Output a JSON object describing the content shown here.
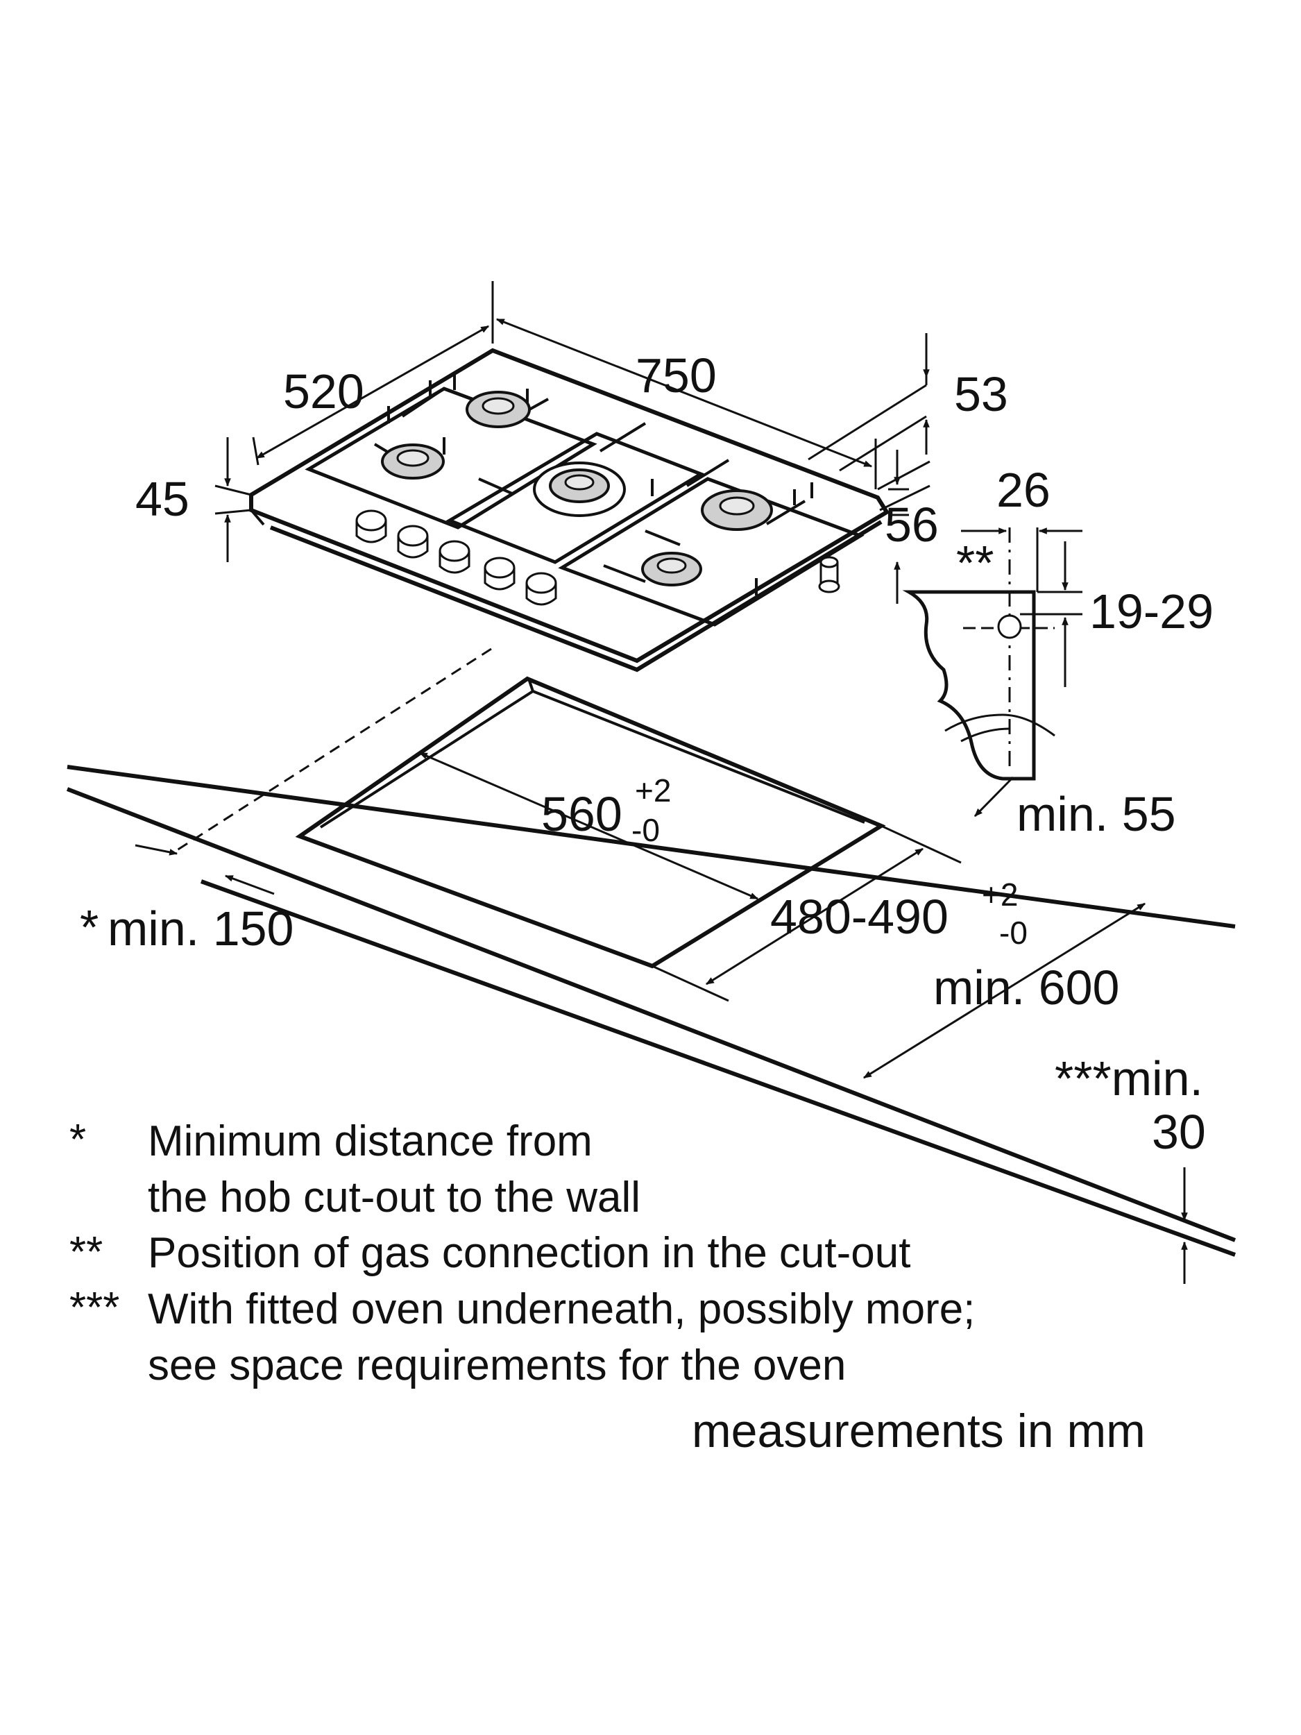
{
  "dimensions": {
    "depth_520": "520",
    "width_750": "750",
    "height_45": "45",
    "dim_53": "53",
    "dim_56": "56",
    "gas_offset_26": "26",
    "gas_range": "19-29",
    "gas_marker": "**",
    "cutout_width": "560",
    "cutout_width_tol_plus": "+2",
    "cutout_width_tol_minus": "-0",
    "cutout_depth": "480-490",
    "cutout_depth_tol_plus": "+2",
    "cutout_depth_tol_minus": "-0",
    "min_55": "min. 55",
    "min_150_star": "*",
    "min_150": "min. 150",
    "min_600": "min. 600",
    "min_30_stars": "***min.",
    "min_30_value": "30"
  },
  "notes": [
    {
      "marker": "*",
      "lines": [
        "Minimum distance from",
        "the hob cut-out to the wall"
      ]
    },
    {
      "marker": "**",
      "lines": [
        "Position of gas connection in the cut-out"
      ]
    },
    {
      "marker": "***",
      "lines": [
        "With fitted oven underneath, possibly more;",
        "see space requirements for the oven"
      ]
    }
  ],
  "units_note": "measurements in mm",
  "colors": {
    "line": "#111111",
    "burner": "#cfcfcf",
    "background": "#ffffff"
  }
}
